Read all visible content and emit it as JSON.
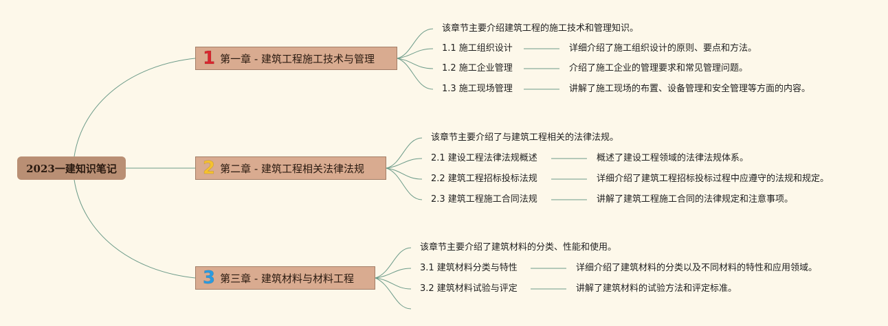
{
  "root": {
    "title": "2023一建知识笔记"
  },
  "colors": {
    "background": "#fdf8ea",
    "line": "#6b9a88",
    "root_fill": "#b98f74",
    "chapter_fill": "#d9ab90",
    "num1": "#d8262e",
    "num2": "#f5c12e",
    "num3": "#2a9be0"
  },
  "chapters": [
    {
      "number": "1",
      "number_color": "#d8262e",
      "title": "第一章 - 建筑工程施工技术与管理",
      "intro": "该章节主要介绍建筑工程的施工技术和管理知识。",
      "sections": [
        {
          "name": "1.1 施工组织设计",
          "desc": "详细介绍了施工组织设计的原则、要点和方法。"
        },
        {
          "name": "1.2 施工企业管理",
          "desc": "介绍了施工企业的管理要求和常见管理问题。"
        },
        {
          "name": "1.3 施工现场管理",
          "desc": "讲解了施工现场的布置、设备管理和安全管理等方面的内容。"
        }
      ]
    },
    {
      "number": "2",
      "number_color": "#f5c12e",
      "title": "第二章 - 建筑工程相关法律法规",
      "intro": "该章节主要介绍了与建筑工程相关的法律法规。",
      "sections": [
        {
          "name": "2.1 建设工程法律法规概述",
          "desc": "概述了建设工程领域的法律法规体系。"
        },
        {
          "name": "2.2 建筑工程招标投标法规",
          "desc": "详细介绍了建筑工程招标投标过程中应遵守的法规和规定。"
        },
        {
          "name": "2.3 建筑工程施工合同法规",
          "desc": "讲解了建筑工程施工合同的法律规定和注意事项。"
        }
      ]
    },
    {
      "number": "3",
      "number_color": "#2a9be0",
      "title": "第三章 - 建筑材料与材料工程",
      "intro": "该章节主要介绍了建筑材料的分类、性能和使用。",
      "sections": [
        {
          "name": "3.1 建筑材料分类与特性",
          "desc": "详细介绍了建筑材料的分类以及不同材料的特性和应用领域。"
        },
        {
          "name": "3.2 建筑材料试验与评定",
          "desc": "讲解了建筑材料的试验方法和评定标准。"
        }
      ]
    }
  ]
}
